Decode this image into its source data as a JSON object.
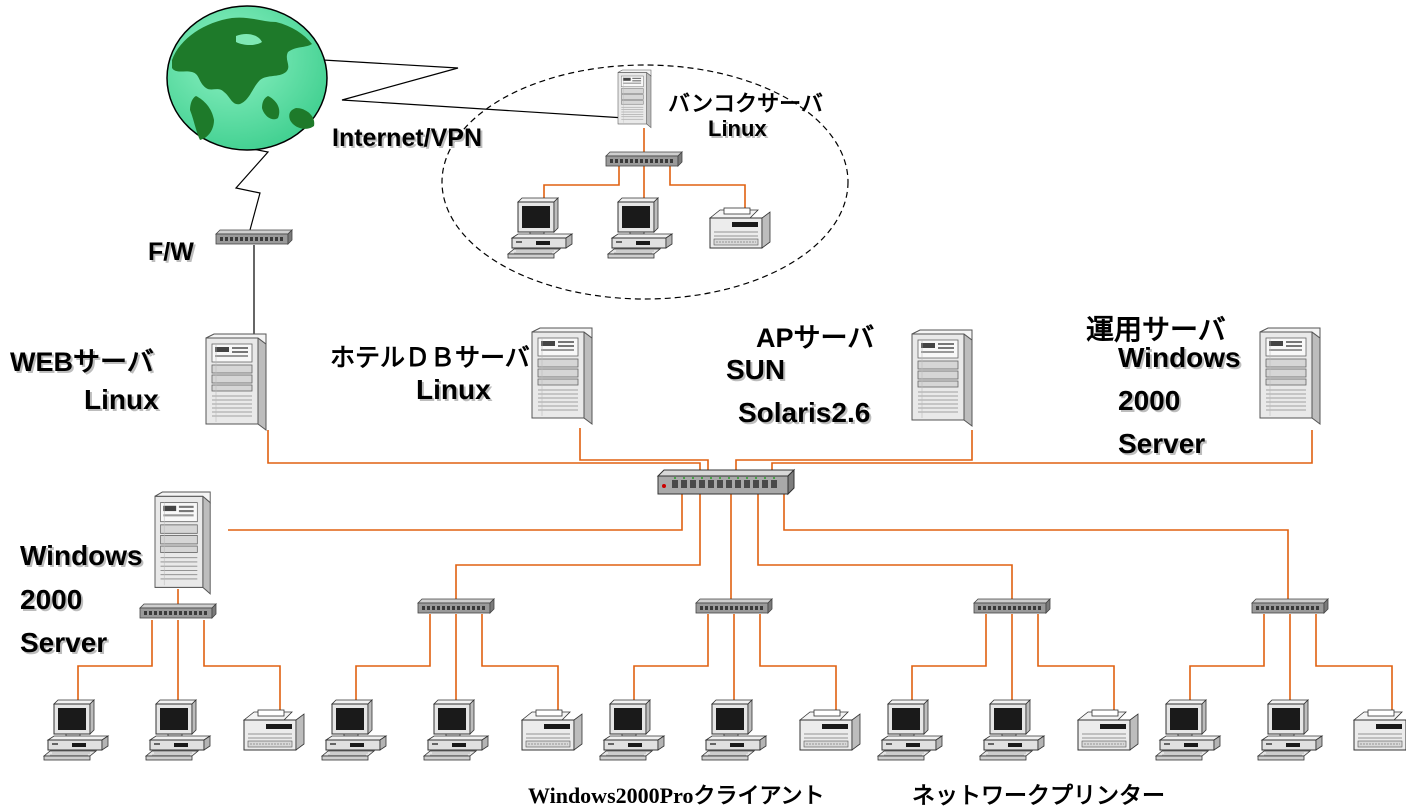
{
  "labels": {
    "internet": "Internet/VPN",
    "firewall": "F/W",
    "bangkok_server": "バンコクサーバ",
    "bangkok_os": "Linux",
    "web_server": "WEBサーバ",
    "web_os": "Linux",
    "hotel_db_server": "ホテルＤＢサーバ",
    "hotel_db_os": "Linux",
    "ap_server": "APサーバ",
    "ap_os_vendor": "SUN",
    "ap_os": "Solaris2.6",
    "ops_server": "運用サーバ",
    "ops_os_1": "Windows",
    "ops_os_2": "2000",
    "ops_os_3": "Server",
    "win_server_1": "Windows",
    "win_server_2": "2000",
    "win_server_3": "Server",
    "client_caption": "Windows2000Proクライアント",
    "printer_caption": "ネットワークプリンター"
  },
  "colors": {
    "lan_line": "#e06010",
    "wan_line": "#000000",
    "globe_ocean": "#55e0a0",
    "globe_land": "#1e7a2a",
    "device_body": "#e8e8e8",
    "monitor_screen": "#1a1a1a"
  },
  "icons": [
    "globe-icon",
    "server-tower-icon",
    "network-hub-icon",
    "desktop-pc-icon",
    "printer-icon"
  ]
}
